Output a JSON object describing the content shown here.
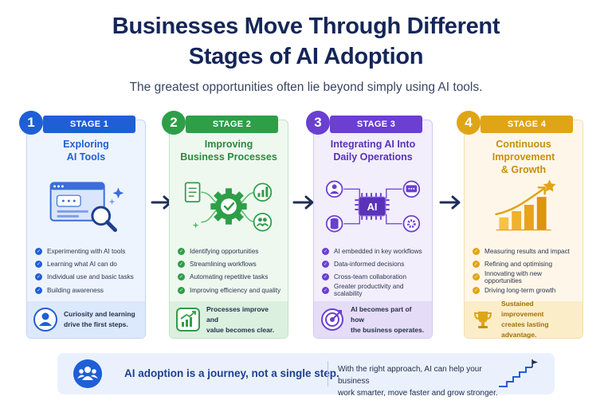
{
  "title_line1": "Businesses Move Through Different",
  "title_line2": "Stages of AI Adoption",
  "subtitle": "The greatest opportunities often lie beyond simply using AI tools.",
  "colors": {
    "stage1": "#1f5fd6",
    "stage2": "#2e9e48",
    "stage3": "#6a3fd1",
    "stage4": "#e0a417",
    "title": "#142659"
  },
  "stages": [
    {
      "number": "1",
      "tag": "STAGE 1",
      "title_line1": "Exploring",
      "title_line2": "AI Tools",
      "illustration": "browser-magnifier-illustration",
      "bullets": [
        "Experimenting with AI tools",
        "Learning what AI can do",
        "Individual use and basic tasks",
        "Building awareness"
      ],
      "footer_icon": "person-icon",
      "footer_line1": "Curiosity and learning",
      "footer_line2": "drive the first steps."
    },
    {
      "number": "2",
      "tag": "STAGE 2",
      "title_line1": "Improving",
      "title_line2": "Business Processes",
      "illustration": "gear-process-illustration",
      "bullets": [
        "Identifying opportunities",
        "Streamlining workflows",
        "Automating repetitive tasks",
        "Improving efficiency and quality"
      ],
      "footer_icon": "growth-chart-icon",
      "footer_line1": "Processes improve and",
      "footer_line2": "value becomes clear."
    },
    {
      "number": "3",
      "tag": "STAGE 3",
      "title_line1": "Integrating AI Into",
      "title_line2": "Daily Operations",
      "illustration": "ai-chip-network-illustration",
      "chip_label": "AI",
      "bullets": [
        "AI embedded in key workflows",
        "Data-informed decisions",
        "Cross-team collaboration",
        "Greater productivity and scalability"
      ],
      "footer_icon": "target-icon",
      "footer_line1": "AI becomes part of how",
      "footer_line2": "the business operates."
    },
    {
      "number": "4",
      "tag": "STAGE 4",
      "title_line1": "Continuous Improvement",
      "title_line2": "& Growth",
      "illustration": "rising-bars-star-illustration",
      "bullets": [
        "Measuring results and impact",
        "Refining and optimising",
        "Innovating with new opportunities",
        "Driving long-term growth"
      ],
      "footer_icon": "trophy-icon",
      "footer_line1": "Sustained improvement",
      "footer_line2": "creates lasting advantage."
    }
  ],
  "banner": {
    "icon": "team-icon",
    "main_text": "AI adoption is a journey, not a single step.",
    "side_line1": "With the right approach, AI can help your business",
    "side_line2": "work smarter, move faster and grow stronger.",
    "side_icon": "stairs-flag-icon"
  }
}
